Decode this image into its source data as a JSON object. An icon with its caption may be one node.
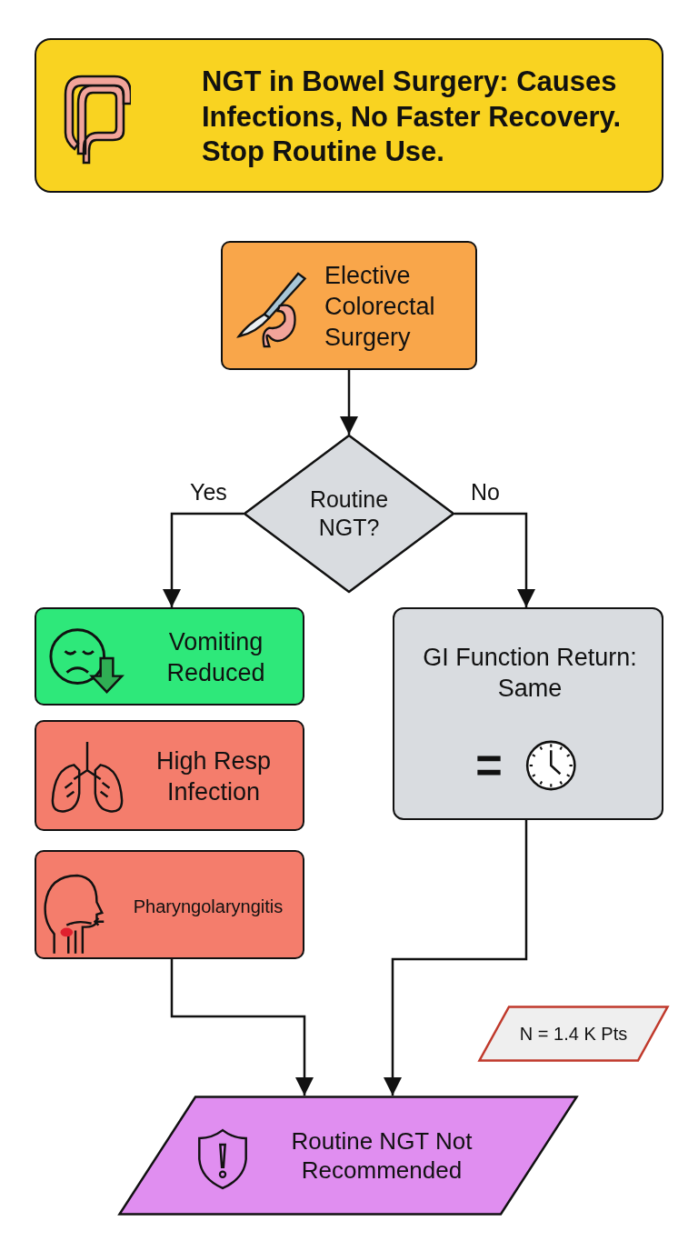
{
  "diagram": {
    "nodes": [
      {
        "text": [
          "NGT in Bowel Surgery: Causes Infections, No Faster Recovery. Stop Routine Use."
        ]
      },
      {
        "text": [
          "Elective Colorectal Surgery"
        ]
      },
      {
        "text": [
          "Routine NGT?"
        ]
      },
      {
        "text": [
          "Vomiting Reduced"
        ]
      },
      {
        "text": [
          "High Resp Infection"
        ]
      },
      {
        "text": [
          "Pharyngolaryngitis"
        ]
      },
      {
        "text": [
          "GI Function Return: Same"
        ]
      },
      {
        "text": [
          "Routine NGT Not Recommended"
        ]
      },
      {
        "text": [
          "N = 1.4 K Pts"
        ]
      }
    ],
    "edges": [
      {
        "from": 1,
        "to": 2,
        "arrow": "to"
      },
      {
        "from": 2,
        "to": 3,
        "arrow": "to",
        "label": "Yes"
      },
      {
        "from": 2,
        "to": 6,
        "arrow": "to",
        "label": "No"
      },
      {
        "from": 5,
        "to": 7,
        "arrow": "to"
      },
      {
        "from": 6,
        "to": 7,
        "arrow": "to"
      }
    ]
  }
}
